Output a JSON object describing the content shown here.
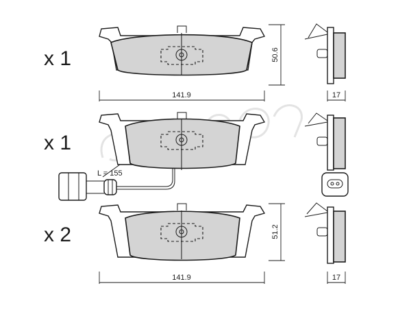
{
  "quantities": [
    {
      "label": "x 1"
    },
    {
      "label": "x 1"
    },
    {
      "label": "x 2"
    }
  ],
  "dimensions": {
    "top_width": "141.9",
    "top_height": "50.6",
    "top_thickness": "17",
    "bottom_width": "141.9",
    "bottom_height": "51.2",
    "bottom_thickness": "17"
  },
  "wear_sensor": {
    "cable_length_label": "L = 155"
  },
  "colors": {
    "pad_fill": "#d4d4d4",
    "outline": "#1a1a1a",
    "watermark": "#e3e3e3"
  }
}
